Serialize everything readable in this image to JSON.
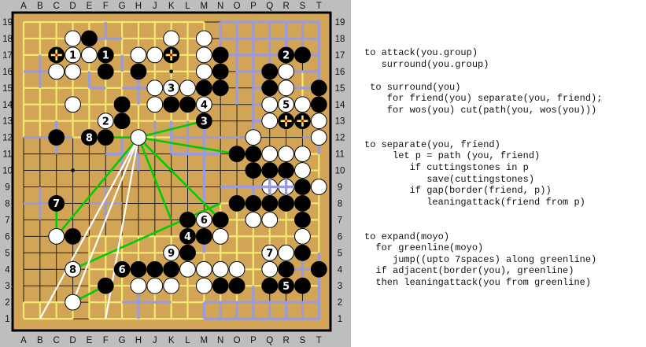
{
  "board": {
    "columns": [
      "A",
      "B",
      "C",
      "D",
      "E",
      "F",
      "G",
      "H",
      "J",
      "K",
      "L",
      "M",
      "N",
      "O",
      "P",
      "Q",
      "R",
      "S",
      "T"
    ],
    "row_numbers": [
      19,
      18,
      17,
      16,
      15,
      14,
      13,
      12,
      11,
      10,
      9,
      8,
      7,
      6,
      5,
      4,
      3,
      2,
      1
    ],
    "colors": {
      "panel_gray": "#bebebe",
      "wood": "#d2a556",
      "frame": "#000000",
      "grid_dark": "#1c1c1c",
      "grid_yellow": "#f3e871",
      "lavender": "#9a9ade",
      "green_line": "#00cc00",
      "white_line": "#ffffff",
      "stone_black": "#000000",
      "stone_white": "#ffffff",
      "mark_red": "#dd0000"
    },
    "star_points_visible": [
      [
        "D",
        10
      ],
      [
        "K",
        10
      ],
      [
        "K",
        16
      ]
    ],
    "stones": [
      {
        "c": "D",
        "r": 18,
        "col": "w"
      },
      {
        "c": "E",
        "r": 18,
        "col": "b"
      },
      {
        "c": "K",
        "r": 18,
        "col": "w"
      },
      {
        "c": "M",
        "r": 18,
        "col": "w"
      },
      {
        "c": "C",
        "r": 17,
        "col": "b",
        "mark": "yellow-cross"
      },
      {
        "c": "D",
        "r": 17,
        "col": "w",
        "n": "1"
      },
      {
        "c": "E",
        "r": 17,
        "col": "w"
      },
      {
        "c": "F",
        "r": 17,
        "col": "b",
        "n": "1"
      },
      {
        "c": "H",
        "r": 17,
        "col": "w"
      },
      {
        "c": "J",
        "r": 17,
        "col": "w"
      },
      {
        "c": "K",
        "r": 17,
        "col": "b",
        "mark": "yellow-cross"
      },
      {
        "c": "M",
        "r": 17,
        "col": "w"
      },
      {
        "c": "N",
        "r": 17,
        "col": "b"
      },
      {
        "c": "R",
        "r": 17,
        "col": "b",
        "n": "2"
      },
      {
        "c": "S",
        "r": 17,
        "col": "b"
      },
      {
        "c": "C",
        "r": 16,
        "col": "w"
      },
      {
        "c": "D",
        "r": 16,
        "col": "w"
      },
      {
        "c": "F",
        "r": 16,
        "col": "b"
      },
      {
        "c": "H",
        "r": 16,
        "col": "b"
      },
      {
        "c": "M",
        "r": 16,
        "col": "w"
      },
      {
        "c": "N",
        "r": 16,
        "col": "b"
      },
      {
        "c": "Q",
        "r": 16,
        "col": "b"
      },
      {
        "c": "R",
        "r": 16,
        "col": "w"
      },
      {
        "c": "J",
        "r": 15,
        "col": "w"
      },
      {
        "c": "K",
        "r": 15,
        "col": "w",
        "n": "3"
      },
      {
        "c": "L",
        "r": 15,
        "col": "w"
      },
      {
        "c": "M",
        "r": 15,
        "col": "b"
      },
      {
        "c": "N",
        "r": 15,
        "col": "b"
      },
      {
        "c": "Q",
        "r": 15,
        "col": "b"
      },
      {
        "c": "R",
        "r": 15,
        "col": "w"
      },
      {
        "c": "T",
        "r": 15,
        "col": "b"
      },
      {
        "c": "D",
        "r": 14,
        "col": "w"
      },
      {
        "c": "G",
        "r": 14,
        "col": "b"
      },
      {
        "c": "J",
        "r": 14,
        "col": "w"
      },
      {
        "c": "K",
        "r": 14,
        "col": "b"
      },
      {
        "c": "L",
        "r": 14,
        "col": "b"
      },
      {
        "c": "M",
        "r": 14,
        "col": "w",
        "n": "4"
      },
      {
        "c": "Q",
        "r": 14,
        "col": "w"
      },
      {
        "c": "R",
        "r": 14,
        "col": "w",
        "n": "5"
      },
      {
        "c": "S",
        "r": 14,
        "col": "w"
      },
      {
        "c": "T",
        "r": 14,
        "col": "b"
      },
      {
        "c": "F",
        "r": 13,
        "col": "w",
        "n": "2"
      },
      {
        "c": "G",
        "r": 13,
        "col": "b"
      },
      {
        "c": "M",
        "r": 13,
        "col": "b",
        "n": "3"
      },
      {
        "c": "Q",
        "r": 13,
        "col": "w"
      },
      {
        "c": "R",
        "r": 13,
        "col": "b",
        "mark": "yellow-cross"
      },
      {
        "c": "S",
        "r": 13,
        "col": "b",
        "mark": "yellow-cross"
      },
      {
        "c": "T",
        "r": 13,
        "col": "w"
      },
      {
        "c": "C",
        "r": 12,
        "col": "b"
      },
      {
        "c": "E",
        "r": 12,
        "col": "b",
        "n": "8"
      },
      {
        "c": "F",
        "r": 12,
        "col": "b"
      },
      {
        "c": "H",
        "r": 12,
        "col": "w"
      },
      {
        "c": "P",
        "r": 12,
        "col": "w"
      },
      {
        "c": "T",
        "r": 12,
        "col": "w"
      },
      {
        "c": "O",
        "r": 11,
        "col": "b"
      },
      {
        "c": "P",
        "r": 11,
        "col": "b"
      },
      {
        "c": "Q",
        "r": 11,
        "col": "w"
      },
      {
        "c": "R",
        "r": 11,
        "col": "w"
      },
      {
        "c": "S",
        "r": 11,
        "col": "w"
      },
      {
        "c": "P",
        "r": 10,
        "col": "b"
      },
      {
        "c": "Q",
        "r": 10,
        "col": "b"
      },
      {
        "c": "R",
        "r": 10,
        "col": "b"
      },
      {
        "c": "S",
        "r": 10,
        "col": "w"
      },
      {
        "c": "Q",
        "r": 9,
        "col": "w",
        "mark": "lavender-cross"
      },
      {
        "c": "R",
        "r": 9,
        "col": "w",
        "mark": "lavender-cross"
      },
      {
        "c": "S",
        "r": 9,
        "col": "b"
      },
      {
        "c": "T",
        "r": 9,
        "col": "w"
      },
      {
        "c": "C",
        "r": 8,
        "col": "b",
        "n": "7"
      },
      {
        "c": "O",
        "r": 8,
        "col": "b"
      },
      {
        "c": "P",
        "r": 8,
        "col": "b"
      },
      {
        "c": "Q",
        "r": 8,
        "col": "b"
      },
      {
        "c": "R",
        "r": 8,
        "col": "b"
      },
      {
        "c": "S",
        "r": 8,
        "col": "b"
      },
      {
        "c": "L",
        "r": 7,
        "col": "b"
      },
      {
        "c": "M",
        "r": 7,
        "col": "w",
        "n": "6"
      },
      {
        "c": "N",
        "r": 7,
        "col": "b"
      },
      {
        "c": "P",
        "r": 7,
        "col": "w"
      },
      {
        "c": "Q",
        "r": 7,
        "col": "w"
      },
      {
        "c": "S",
        "r": 7,
        "col": "b"
      },
      {
        "c": "C",
        "r": 6,
        "col": "w"
      },
      {
        "c": "D",
        "r": 6,
        "col": "b"
      },
      {
        "c": "L",
        "r": 6,
        "col": "b",
        "n": "4"
      },
      {
        "c": "M",
        "r": 6,
        "col": "b"
      },
      {
        "c": "N",
        "r": 6,
        "col": "w"
      },
      {
        "c": "S",
        "r": 6,
        "col": "w"
      },
      {
        "c": "K",
        "r": 5,
        "col": "w",
        "n": "9"
      },
      {
        "c": "L",
        "r": 5,
        "col": "b"
      },
      {
        "c": "Q",
        "r": 5,
        "col": "w",
        "n": "7"
      },
      {
        "c": "R",
        "r": 5,
        "col": "w"
      },
      {
        "c": "S",
        "r": 5,
        "col": "b"
      },
      {
        "c": "D",
        "r": 4,
        "col": "w",
        "n": "8"
      },
      {
        "c": "G",
        "r": 4,
        "col": "b",
        "n": "6"
      },
      {
        "c": "H",
        "r": 4,
        "col": "b"
      },
      {
        "c": "J",
        "r": 4,
        "col": "b"
      },
      {
        "c": "K",
        "r": 4,
        "col": "b"
      },
      {
        "c": "L",
        "r": 4,
        "col": "w"
      },
      {
        "c": "M",
        "r": 4,
        "col": "w"
      },
      {
        "c": "N",
        "r": 4,
        "col": "w"
      },
      {
        "c": "O",
        "r": 4,
        "col": "w"
      },
      {
        "c": "Q",
        "r": 4,
        "col": "w"
      },
      {
        "c": "R",
        "r": 4,
        "col": "b"
      },
      {
        "c": "T",
        "r": 4,
        "col": "b"
      },
      {
        "c": "F",
        "r": 3,
        "col": "b"
      },
      {
        "c": "H",
        "r": 3,
        "col": "w"
      },
      {
        "c": "J",
        "r": 3,
        "col": "w"
      },
      {
        "c": "K",
        "r": 3,
        "col": "w"
      },
      {
        "c": "M",
        "r": 3,
        "col": "w"
      },
      {
        "c": "N",
        "r": 3,
        "col": "b"
      },
      {
        "c": "O",
        "r": 3,
        "col": "b"
      },
      {
        "c": "Q",
        "r": 3,
        "col": "b"
      },
      {
        "c": "R",
        "r": 3,
        "col": "b",
        "n": "5"
      },
      {
        "c": "S",
        "r": 3,
        "col": "b"
      },
      {
        "c": "D",
        "r": 2,
        "col": "w"
      }
    ],
    "green_lines": [
      [
        [
          "H",
          12
        ],
        [
          "M",
          13
        ]
      ],
      [
        [
          "H",
          12
        ],
        [
          "O",
          11
        ]
      ],
      [
        [
          "H",
          12
        ],
        [
          "N",
          7
        ]
      ],
      [
        [
          "H",
          12
        ],
        [
          "K",
          7
        ]
      ],
      [
        [
          "H",
          12
        ],
        [
          "E",
          12
        ]
      ],
      [
        [
          "H",
          12
        ],
        [
          "C",
          6
        ]
      ],
      [
        [
          "C",
          8
        ],
        [
          "C",
          6
        ]
      ],
      [
        [
          "D",
          4
        ],
        [
          "N",
          8
        ]
      ],
      [
        [
          "D",
          2
        ],
        [
          "F",
          3
        ]
      ]
    ],
    "white_lines": [
      [
        [
          "H",
          12
        ],
        [
          "B",
          1
        ]
      ],
      [
        [
          "H",
          12
        ],
        [
          "D",
          2
        ]
      ],
      [
        [
          "H",
          12
        ],
        [
          "F",
          1
        ]
      ]
    ],
    "yellow_zones": [
      {
        "c1": "A",
        "r1": 19,
        "c2": "M",
        "r2": 12
      },
      {
        "c1": "A",
        "r1": 2,
        "c2": "D",
        "r2": 1
      },
      {
        "c1": "E",
        "r1": 6,
        "c2": "P",
        "r2": 1
      },
      {
        "c1": "N",
        "r1": 8,
        "c2": "T",
        "r2": 3
      },
      {
        "c1": "S",
        "r1": 11,
        "c2": "T",
        "r2": 8
      },
      {
        "c1": "S",
        "r1": 16,
        "c2": "T",
        "r2": 13
      }
    ],
    "lavender_segments": [
      [
        [
          "N",
          19
        ],
        [
          "T",
          19
        ]
      ],
      [
        [
          "N",
          18
        ],
        [
          "T",
          18
        ]
      ],
      [
        [
          "N",
          17
        ],
        [
          "T",
          17
        ]
      ],
      [
        [
          "O",
          16
        ],
        [
          "T",
          16
        ]
      ],
      [
        [
          "P",
          15
        ],
        [
          "T",
          15
        ]
      ],
      [
        [
          "P",
          14
        ],
        [
          "T",
          14
        ]
      ],
      [
        [
          "P",
          13
        ],
        [
          "T",
          13
        ]
      ],
      [
        [
          "N",
          19
        ],
        [
          "N",
          17
        ]
      ],
      [
        [
          "O",
          19
        ],
        [
          "O",
          14
        ]
      ],
      [
        [
          "P",
          19
        ],
        [
          "P",
          12
        ]
      ],
      [
        [
          "Q",
          19
        ],
        [
          "Q",
          14
        ]
      ],
      [
        [
          "R",
          19
        ],
        [
          "R",
          17
        ]
      ],
      [
        [
          "S",
          19
        ],
        [
          "S",
          17
        ]
      ],
      [
        [
          "T",
          19
        ],
        [
          "T",
          11
        ]
      ],
      [
        [
          "S",
          12
        ],
        [
          "T",
          12
        ]
      ],
      [
        [
          "F",
          19
        ],
        [
          "F",
          18
        ]
      ],
      [
        [
          "E",
          18
        ],
        [
          "G",
          18
        ]
      ],
      [
        [
          "G",
          17
        ],
        [
          "G",
          16
        ]
      ],
      [
        [
          "B",
          17
        ],
        [
          "B",
          15
        ]
      ],
      [
        [
          "A",
          16
        ],
        [
          "C",
          16
        ]
      ],
      [
        [
          "E",
          16
        ],
        [
          "E",
          15
        ]
      ],
      [
        [
          "E",
          15
        ],
        [
          "F",
          15
        ]
      ],
      [
        [
          "H",
          16
        ],
        [
          "H",
          14
        ]
      ],
      [
        [
          "G",
          15
        ],
        [
          "J",
          15
        ]
      ],
      [
        [
          "A",
          12
        ],
        [
          "D",
          12
        ]
      ],
      [
        [
          "C",
          13
        ],
        [
          "C",
          11
        ]
      ],
      [
        [
          "F",
          11
        ],
        [
          "H",
          11
        ]
      ],
      [
        [
          "G",
          12
        ],
        [
          "G",
          10
        ]
      ],
      [
        [
          "H",
          11
        ],
        [
          "H",
          10
        ]
      ],
      [
        [
          "J",
          13
        ],
        [
          "J",
          12
        ]
      ],
      [
        [
          "A",
          8
        ],
        [
          "C",
          8
        ]
      ],
      [
        [
          "B",
          9
        ],
        [
          "B",
          7
        ]
      ],
      [
        [
          "E",
          8
        ],
        [
          "G",
          8
        ]
      ],
      [
        [
          "F",
          9
        ],
        [
          "F",
          7
        ]
      ],
      [
        [
          "K",
          13
        ],
        [
          "K",
          11
        ]
      ],
      [
        [
          "L",
          13
        ],
        [
          "L",
          11
        ]
      ],
      [
        [
          "M",
          13
        ],
        [
          "M",
          8
        ]
      ],
      [
        [
          "K",
          12
        ],
        [
          "P",
          12
        ]
      ],
      [
        [
          "K",
          11
        ],
        [
          "N",
          11
        ]
      ],
      [
        [
          "N",
          9
        ],
        [
          "S",
          9
        ]
      ],
      [
        [
          "Q",
          10
        ],
        [
          "Q",
          8
        ]
      ],
      [
        [
          "R",
          10
        ],
        [
          "R",
          8
        ]
      ],
      [
        [
          "P",
          9
        ],
        [
          "P",
          8
        ]
      ],
      [
        [
          "M",
          6
        ],
        [
          "M",
          5
        ]
      ],
      [
        [
          "M",
          2
        ],
        [
          "T",
          2
        ]
      ],
      [
        [
          "M",
          1
        ],
        [
          "T",
          1
        ]
      ],
      [
        [
          "M",
          2
        ],
        [
          "M",
          1
        ]
      ],
      [
        [
          "N",
          2
        ],
        [
          "N",
          1
        ]
      ],
      [
        [
          "O",
          2
        ],
        [
          "O",
          1
        ]
      ],
      [
        [
          "P",
          3
        ],
        [
          "P",
          1
        ]
      ],
      [
        [
          "Q",
          2
        ],
        [
          "Q",
          1
        ]
      ],
      [
        [
          "R",
          2
        ],
        [
          "R",
          1
        ]
      ],
      [
        [
          "S",
          2
        ],
        [
          "S",
          1
        ]
      ],
      [
        [
          "T",
          5
        ],
        [
          "T",
          1
        ]
      ],
      [
        [
          "S",
          5
        ],
        [
          "S",
          3
        ]
      ],
      [
        [
          "R",
          4
        ],
        [
          "T",
          4
        ]
      ],
      [
        [
          "G",
          2
        ],
        [
          "K",
          2
        ]
      ],
      [
        [
          "H",
          3
        ],
        [
          "H",
          1
        ]
      ]
    ]
  },
  "code_panel": {
    "lines": [
      "to attack(you.group)",
      "   surround(you.group)",
      "",
      " to surround(you)",
      "    for friend(you) separate(you, friend);",
      "    for wos(you) cut(path(you, wos(you)))",
      "",
      "",
      "to separate(you, friend)",
      "     let p = path (you, friend)",
      "        if cuttingstones in p",
      "           save(cuttingstones)",
      "        if gap(border(friend, p))",
      "           leaningattack(friend from p)",
      "",
      "",
      "to expand(moyo)",
      "  for greenline(moyo)",
      "     jump((upto 7spaces) along greenline)",
      "  if adjacent(border(you), greenline)",
      "  then leaningattack(you from greenline)"
    ]
  }
}
